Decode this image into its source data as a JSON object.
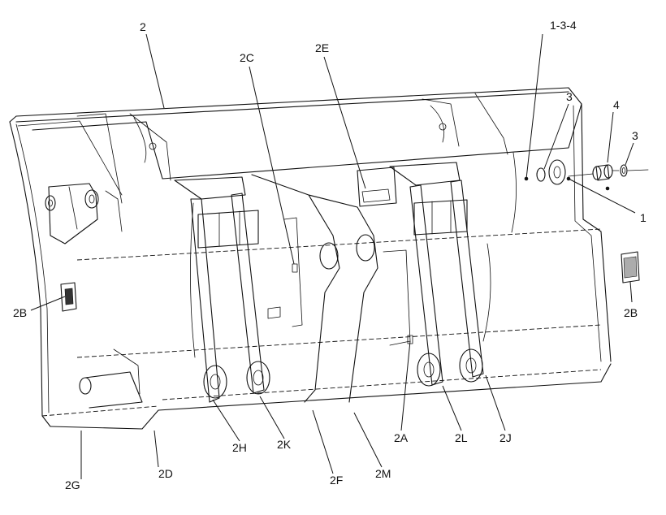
{
  "callouts": {
    "c2": "2",
    "c1_3_4": "1-3-4",
    "c2c": "2C",
    "c2e": "2E",
    "c3_top": "3",
    "c4": "4",
    "c3_right": "3",
    "c1": "1",
    "c2b_left": "2B",
    "c2b_right": "2B",
    "c2h": "2H",
    "c2k": "2K",
    "c2f": "2F",
    "c2m": "2M",
    "c2a": "2A",
    "c2l": "2L",
    "c2j": "2J",
    "c2g": "2G",
    "c2d": "2D"
  }
}
